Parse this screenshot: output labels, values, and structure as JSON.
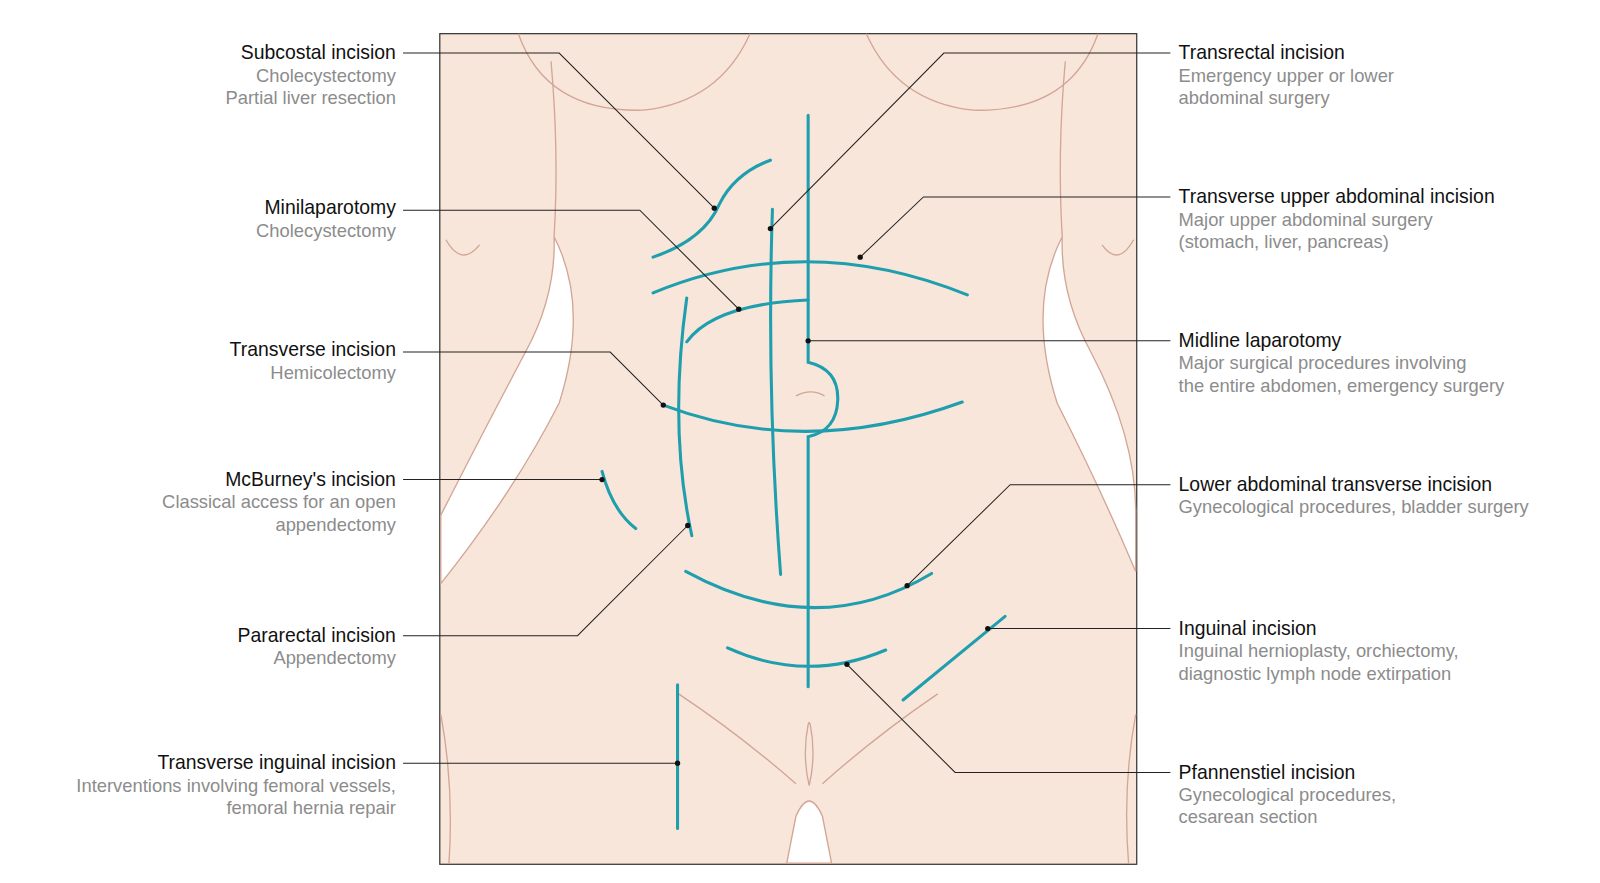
{
  "diagram": {
    "labels": [
      "Subcostal incision",
      "Cholecystectomy",
      "Partial liver resection",
      "Transrectal incision",
      "Emergency upper or lower",
      "abdominal surgery",
      "Minilaparotomy",
      "Cholecystectomy",
      "Transverse upper abdominal incision",
      "Major upper abdominal surgery",
      "(stomach, liver, pancreas)",
      "Transverse incision",
      "Hemicolectomy",
      "Midline laparotomy",
      "Major surgical procedures involving",
      "the entire abdomen, emergency surgery",
      "McBurney's incision",
      "Classical access for an open",
      "appendectomy",
      "Lower abdominal transverse incision",
      "Gynecological procedures, bladder surgery",
      "Inguinal incision",
      "Inguinal hernioplasty, orchiectomy,",
      "diagnostic lymph node extirpation",
      "Pararectal incision",
      "Appendectomy",
      "Pfannenstiel incision",
      "Gynecological procedures,",
      "cesarean section",
      "Transverse inguinal incision",
      "Interventions involving femoral vessels,",
      "femoral hernia repair"
    ]
  }
}
